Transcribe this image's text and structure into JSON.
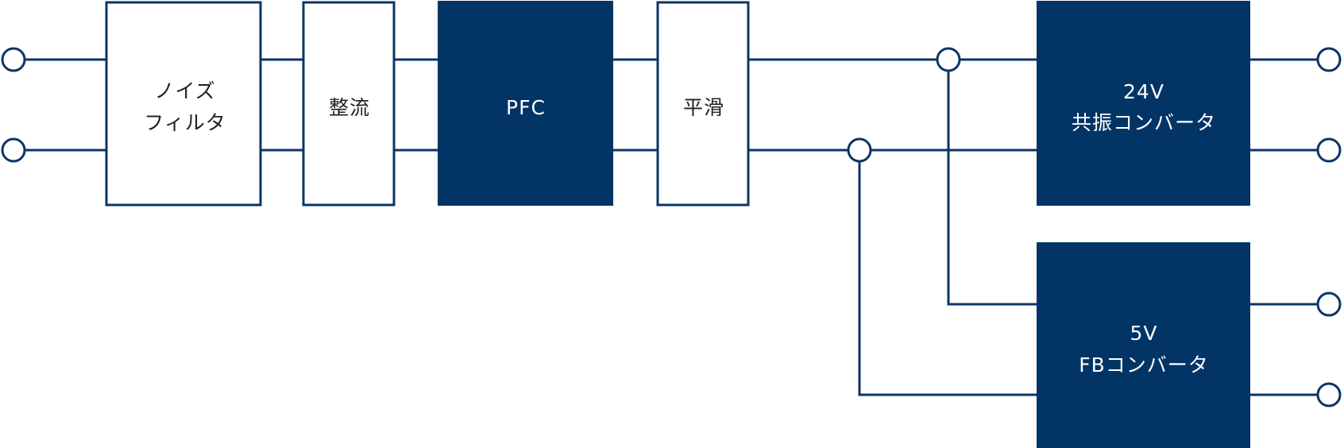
{
  "colors": {
    "navy": "#033466",
    "line": "#0b3566",
    "white": "#ffffff",
    "text_dark": "#222222"
  },
  "blocks": {
    "noise_filter": {
      "line1": "ノイズ",
      "line2": "フィルタ"
    },
    "rectifier": {
      "label": "整流"
    },
    "pfc": {
      "label": "PFC"
    },
    "smoothing": {
      "label": "平滑"
    },
    "resonant_converter": {
      "line1": "24V",
      "line2": "共振コンバータ"
    },
    "fb_converter": {
      "line1": "5V",
      "line2": "FBコンバータ"
    }
  }
}
